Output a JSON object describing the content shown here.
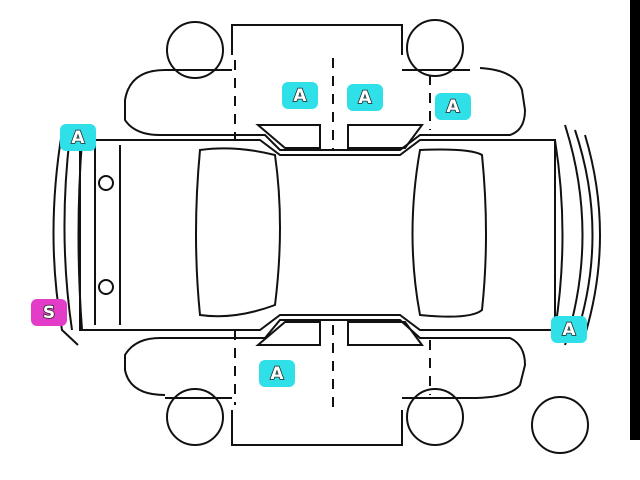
{
  "colors": {
    "a_badge": "#2fe0e8",
    "s_badge": "#e23cc8",
    "line": "#111111"
  },
  "badges": [
    {
      "label": "A",
      "kind": "a",
      "area": "upper-side-front-door"
    },
    {
      "label": "A",
      "kind": "a",
      "area": "upper-side-rear-door"
    },
    {
      "label": "A",
      "kind": "a",
      "area": "upper-side-rear-fender"
    },
    {
      "label": "A",
      "kind": "a",
      "area": "front-bumper-top"
    },
    {
      "label": "A",
      "kind": "a",
      "area": "rear-bumper-bottom"
    },
    {
      "label": "A",
      "kind": "a",
      "area": "lower-side-front-door"
    },
    {
      "label": "S",
      "kind": "s",
      "area": "front-bumper-bottom"
    }
  ]
}
